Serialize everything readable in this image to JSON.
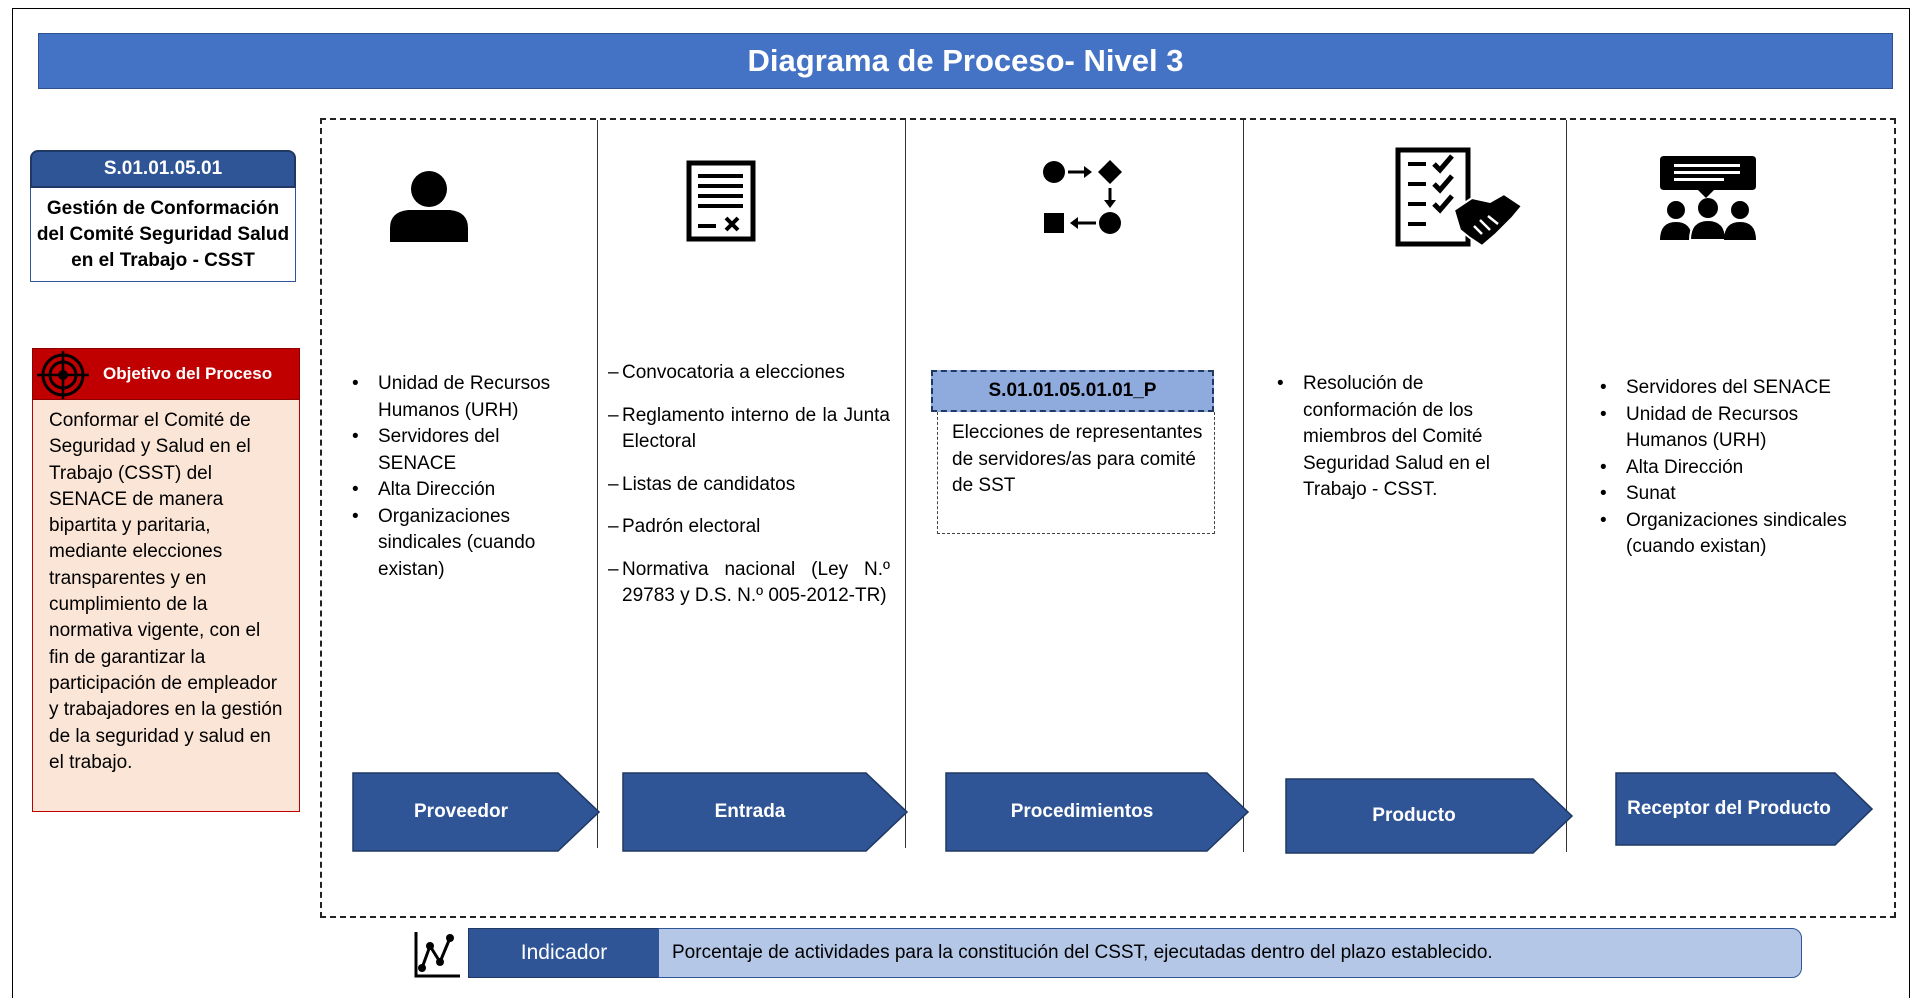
{
  "title": "Diagrama de Proceso- Nivel 3",
  "process": {
    "code": "S.01.01.05.01",
    "name": "Gestión de Conformación del Comité Seguridad Salud en el Trabajo - CSST"
  },
  "objective": {
    "header": "Objetivo del Proceso",
    "text": "Conformar el Comité de Seguridad y Salud en el Trabajo (CSST) del SENACE de manera bipartita y paritaria, mediante elecciones transparentes y en cumplimiento de la normativa vigente, con el fin de garantizar la participación de empleador y trabajadores en la gestión de la seguridad y salud en el trabajo."
  },
  "columns": {
    "proveedor": {
      "label": "Proveedor",
      "icon": "person-icon",
      "items": [
        "Unidad de Recursos Humanos (URH)",
        "Servidores del SENACE",
        "Alta Dirección",
        "Organizaciones sindicales (cuando existan)"
      ]
    },
    "entrada": {
      "label": "Entrada",
      "icon": "document-icon",
      "items": [
        "Convocatoria a elecciones",
        "Reglamento interno de la Junta Electoral",
        "Listas de candidatos",
        "Padrón electoral",
        "Normativa nacional (Ley N.º 29783 y D.S. N.º 005-2012-TR)"
      ]
    },
    "procedimientos": {
      "label": "Procedimientos",
      "icon": "process-flow-icon",
      "code": "S.01.01.05.01.01_P",
      "description": "Elecciones de representantes de servidores/as para comité de SST"
    },
    "producto": {
      "label": "Producto",
      "icon": "checklist-handshake-icon",
      "items": [
        "Resolución de conformación de los miembros del Comité Seguridad Salud en el Trabajo - CSST."
      ]
    },
    "receptor": {
      "label": "Receptor del Producto",
      "icon": "meeting-group-icon",
      "items": [
        "Servidores del SENACE",
        "Unidad de Recursos Humanos (URH)",
        "Alta Dirección",
        "Sunat",
        "Organizaciones sindicales (cuando existan)"
      ]
    }
  },
  "indicator": {
    "label": "Indicador",
    "icon": "chart-icon",
    "text": "Porcentaje de actividades para la constitución del CSST, ejecutadas dentro del plazo establecido."
  },
  "colors": {
    "title_bar": "#4472c4",
    "arrow": "#2f5597",
    "objective_head": "#c00000",
    "objective_body": "#fbe5d6",
    "procedure_head": "#8faadc",
    "indicator_text_bg": "#b4c7e7"
  }
}
